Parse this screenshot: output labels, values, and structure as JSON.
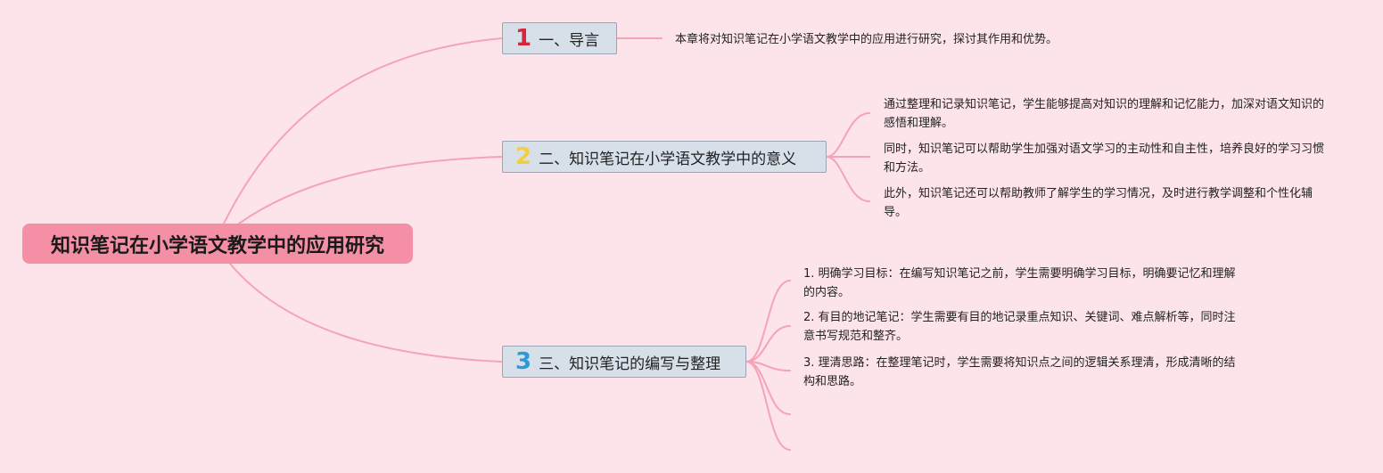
{
  "colors": {
    "background": "#fde4ea",
    "connector": "#f4a3b8",
    "root_fill": "#f48fa6",
    "branch_fill": "#d7dfe9",
    "number_1": "#d9263b",
    "number_2": "#f2cf3c",
    "number_3": "#2d9ad8"
  },
  "root": {
    "label": "知识笔记在小学语文教学中的应用研究"
  },
  "branches": [
    {
      "number": "1",
      "label": "一、导言",
      "leaves": [
        "本章将对知识笔记在小学语文教学中的应用进行研究，探讨其作用和优势。"
      ]
    },
    {
      "number": "2",
      "label": "二、知识笔记在小学语文教学中的意义",
      "leaves": [
        "通过整理和记录知识笔记，学生能够提高对知识的理解和记忆能力，加深对语文知识的感悟和理解。",
        "同时，知识笔记可以帮助学生加强对语文学习的主动性和自主性，培养良好的学习习惯和方法。",
        "此外，知识笔记还可以帮助教师了解学生的学习情况，及时进行教学调整和个性化辅导。"
      ]
    },
    {
      "number": "3",
      "label": "三、知识笔记的编写与整理",
      "leaves": [
        "1. 明确学习目标：在编写知识笔记之前，学生需要明确学习目标，明确要记忆和理解的内容。",
        "2. 有目的地记笔记：学生需要有目的地记录重点知识、关键词、难点解析等，同时注意书写规范和整齐。",
        "3. 理清思路：在整理笔记时，学生需要将知识点之间的逻辑关系理清，形成清晰的结构和思路。"
      ]
    }
  ]
}
